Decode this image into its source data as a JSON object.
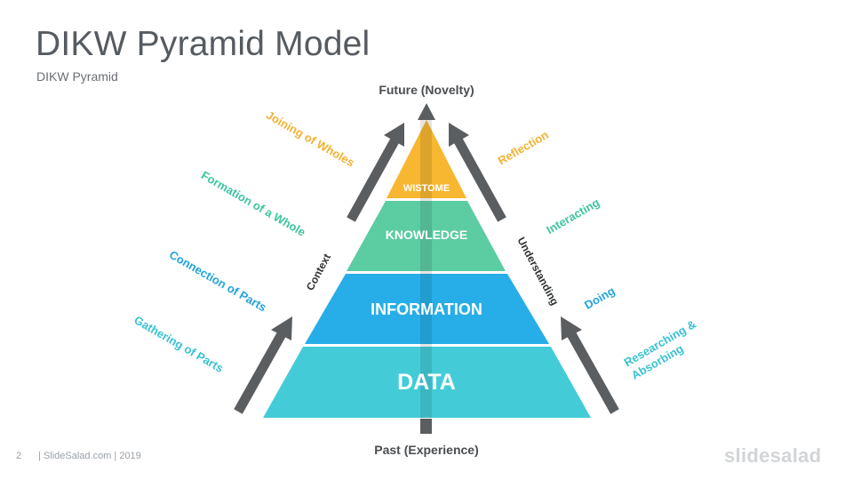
{
  "header": {
    "title": "DIKW Pyramid Model",
    "subtitle": "DIKW Pyramid"
  },
  "pyramid": {
    "levels": [
      {
        "label": "WISTOME",
        "color": "#f7b731"
      },
      {
        "label": "KNOWLEDGE",
        "color": "#5ccca3"
      },
      {
        "label": "INFORMATION",
        "color": "#27aee8"
      },
      {
        "label": "DATA",
        "color": "#43ccd8"
      }
    ],
    "top_label": "Future (Novelty)",
    "bottom_label": "Past (Experience)",
    "left_side_label": "Context",
    "right_side_label": "Understanding"
  },
  "left_labels": [
    {
      "text": "Joining of Wholes",
      "color": "#f2b230"
    },
    {
      "text": "Formation of a Whole",
      "color": "#3fc4a0"
    },
    {
      "text": "Connection of Parts",
      "color": "#23a3db"
    },
    {
      "text": "Gathering of Parts",
      "color": "#37c2d2"
    }
  ],
  "right_labels": [
    {
      "text": "Reflection",
      "color": "#f2b230"
    },
    {
      "text": "Interacting",
      "color": "#3fc4a0"
    },
    {
      "text": "Doing",
      "color": "#23a3db"
    },
    {
      "text": "Researching &",
      "text2": "Absorbing",
      "color": "#37c2d2"
    }
  ],
  "footer": {
    "page_number": "2",
    "credit": "| SlideSalad.com | 2019",
    "logo": "slidesalad"
  },
  "colors": {
    "arrow": "#5b5e61",
    "center_bar": "#5b5e61"
  }
}
